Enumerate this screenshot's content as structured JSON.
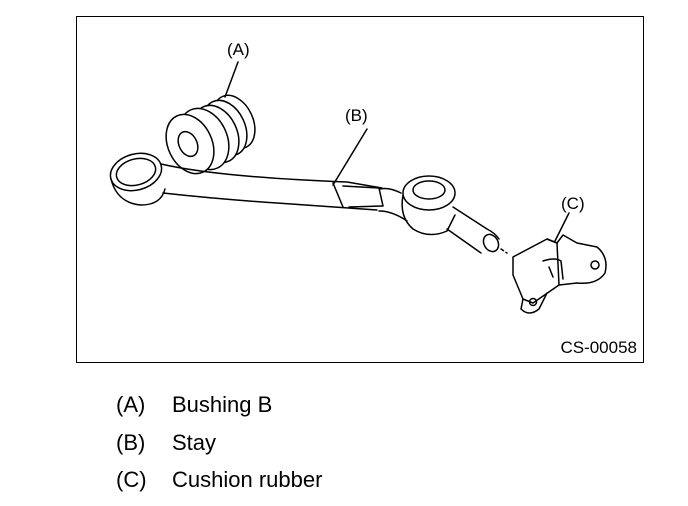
{
  "figure": {
    "callouts": {
      "a": "(A)",
      "b": "(B)",
      "c": "(C)"
    },
    "figure_id": "CS-00058"
  },
  "legend": [
    {
      "key": "(A)",
      "label": "Bushing B"
    },
    {
      "key": "(B)",
      "label": "Stay"
    },
    {
      "key": "(C)",
      "label": "Cushion rubber"
    }
  ]
}
